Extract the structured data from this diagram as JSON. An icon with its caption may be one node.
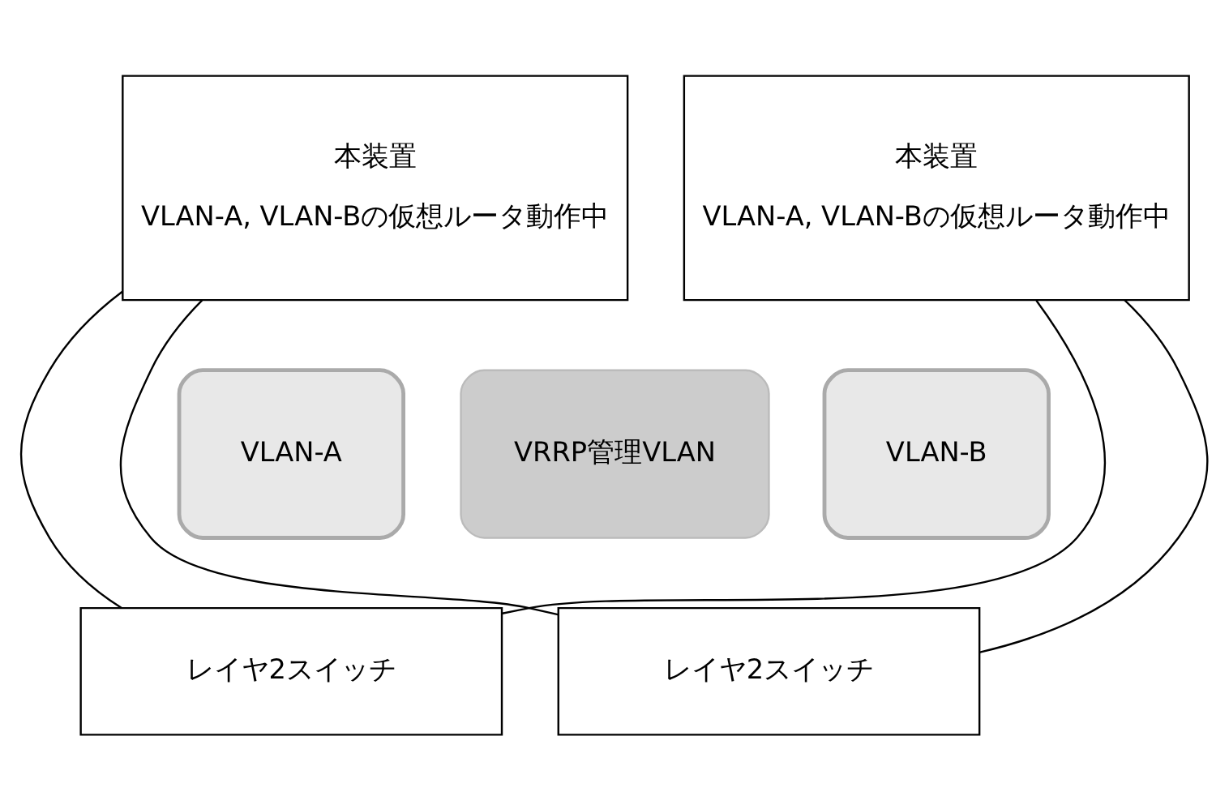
{
  "diagram": {
    "nodes": [
      {
        "text": [
          "本装置",
          "VLAN-A, VLAN-Bの仮想ルータ動作中"
        ]
      },
      {
        "text": [
          "本装置",
          "VLAN-A, VLAN-Bの仮想ルータ動作中"
        ]
      },
      {
        "text": [
          "レイヤ2スイッチ"
        ]
      },
      {
        "text": [
          "レイヤ2スイッチ"
        ]
      },
      {
        "text": [
          "VRRP管理VLAN"
        ]
      },
      {
        "text": [
          "VLAN-A"
        ]
      },
      {
        "text": [
          "VLAN-B"
        ]
      }
    ],
    "edges": [
      {
        "from": 0,
        "to": 2,
        "arrow": "none"
      },
      {
        "from": 0,
        "to": 3,
        "arrow": "none"
      },
      {
        "from": 1,
        "to": 2,
        "arrow": "none"
      },
      {
        "from": 1,
        "to": 3,
        "arrow": "none"
      }
    ]
  }
}
